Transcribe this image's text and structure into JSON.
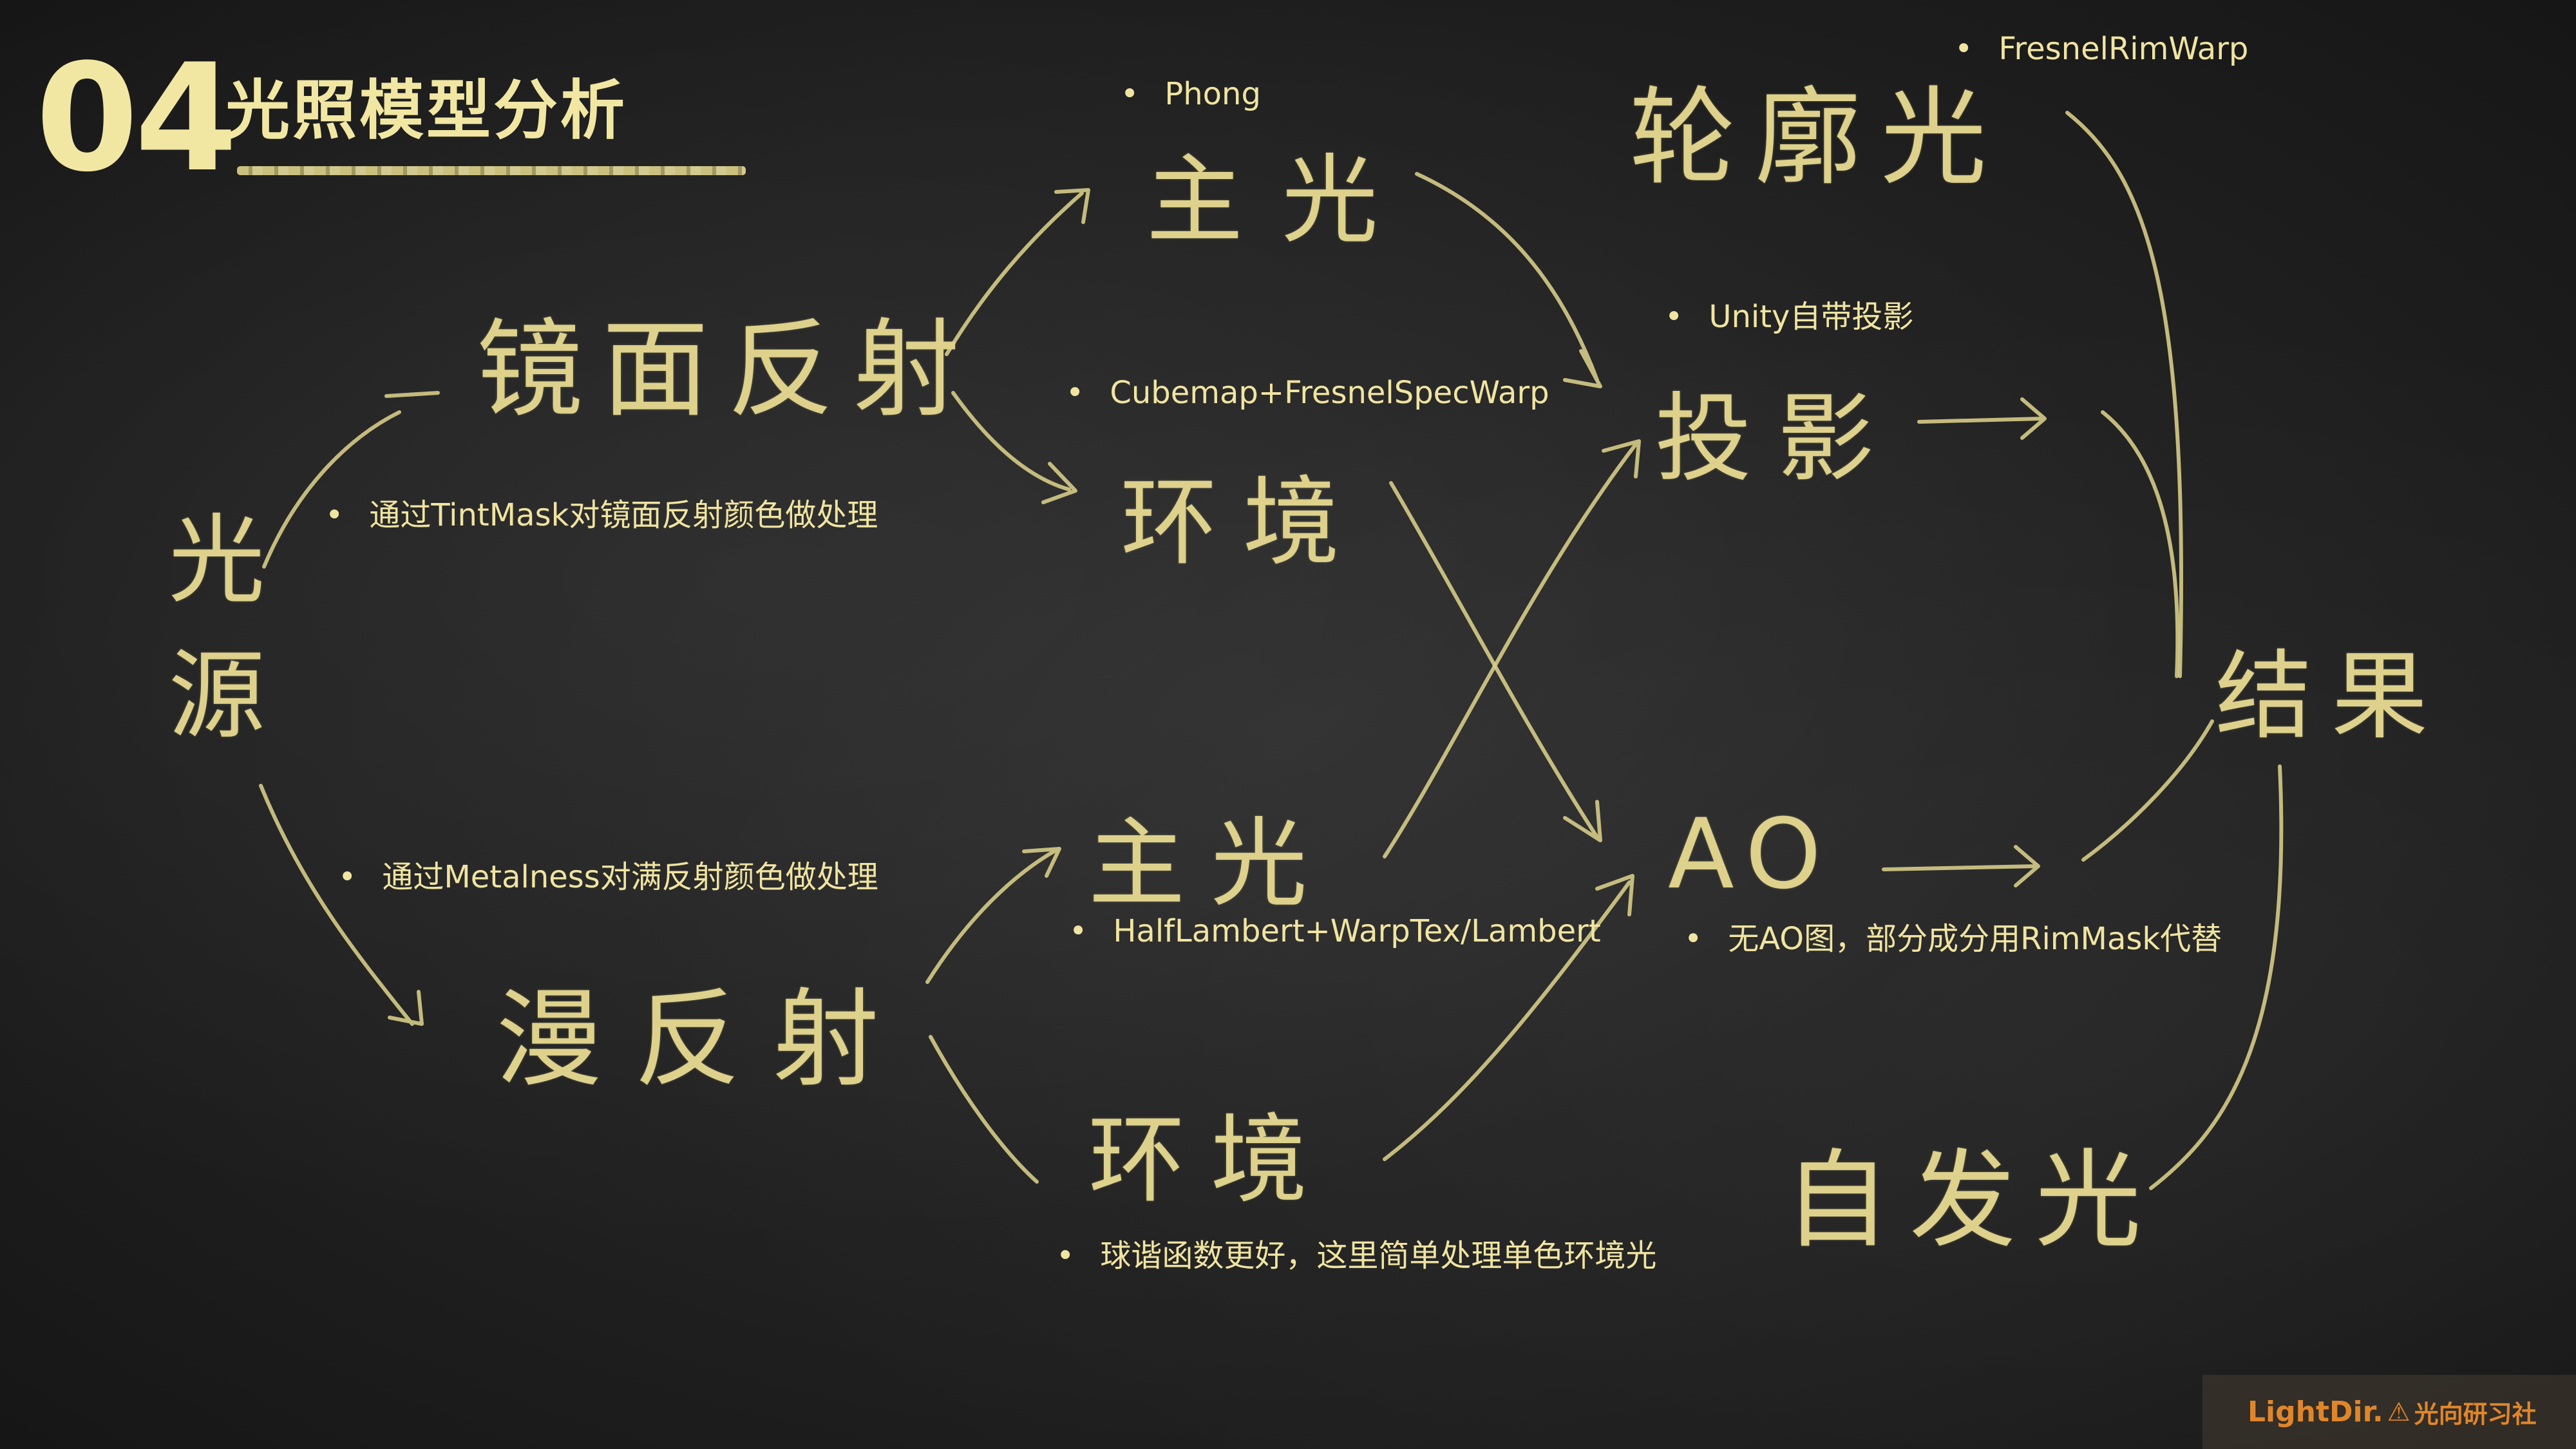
{
  "header": {
    "section_number": "04",
    "section_title": "光照模型分析"
  },
  "handwriting": {
    "light_source": "光源",
    "specular": "镜面反射",
    "diffuse": "漫反射",
    "spec_main_light": "主光",
    "spec_environment": "环境",
    "diff_main_light": "主光",
    "diff_environment": "环境",
    "rim_light": "轮廓光",
    "shadow": "投影",
    "ao": "AO",
    "emissive": "自发光",
    "result": "结果"
  },
  "notes": {
    "bullet": "•",
    "phong": "Phong",
    "fresnel_rim_warp": "FresnelRimWarp",
    "unity_shadow": "Unity自带投影",
    "cubemap": "Cubemap+FresnelSpecWarp",
    "tintmask": "通过TintMask对镜面反射颜色做处理",
    "metalness": "通过Metalness对满反射颜色做处理",
    "half_lambert": "HalfLambert+WarpTex/Lambert",
    "ao_note": "无AO图，部分成分用RimMask代替",
    "sh_note": "球谐函数更好，这里简单处理单色环境光"
  },
  "brand": {
    "name_en": "LightDir.",
    "mark": "⚠",
    "name_cn": "光向研习社"
  },
  "colors": {
    "chalk": "#ddd18c",
    "note_text": "#f0e4a1",
    "brand_orange": "#e0862a",
    "board": "#202020"
  }
}
